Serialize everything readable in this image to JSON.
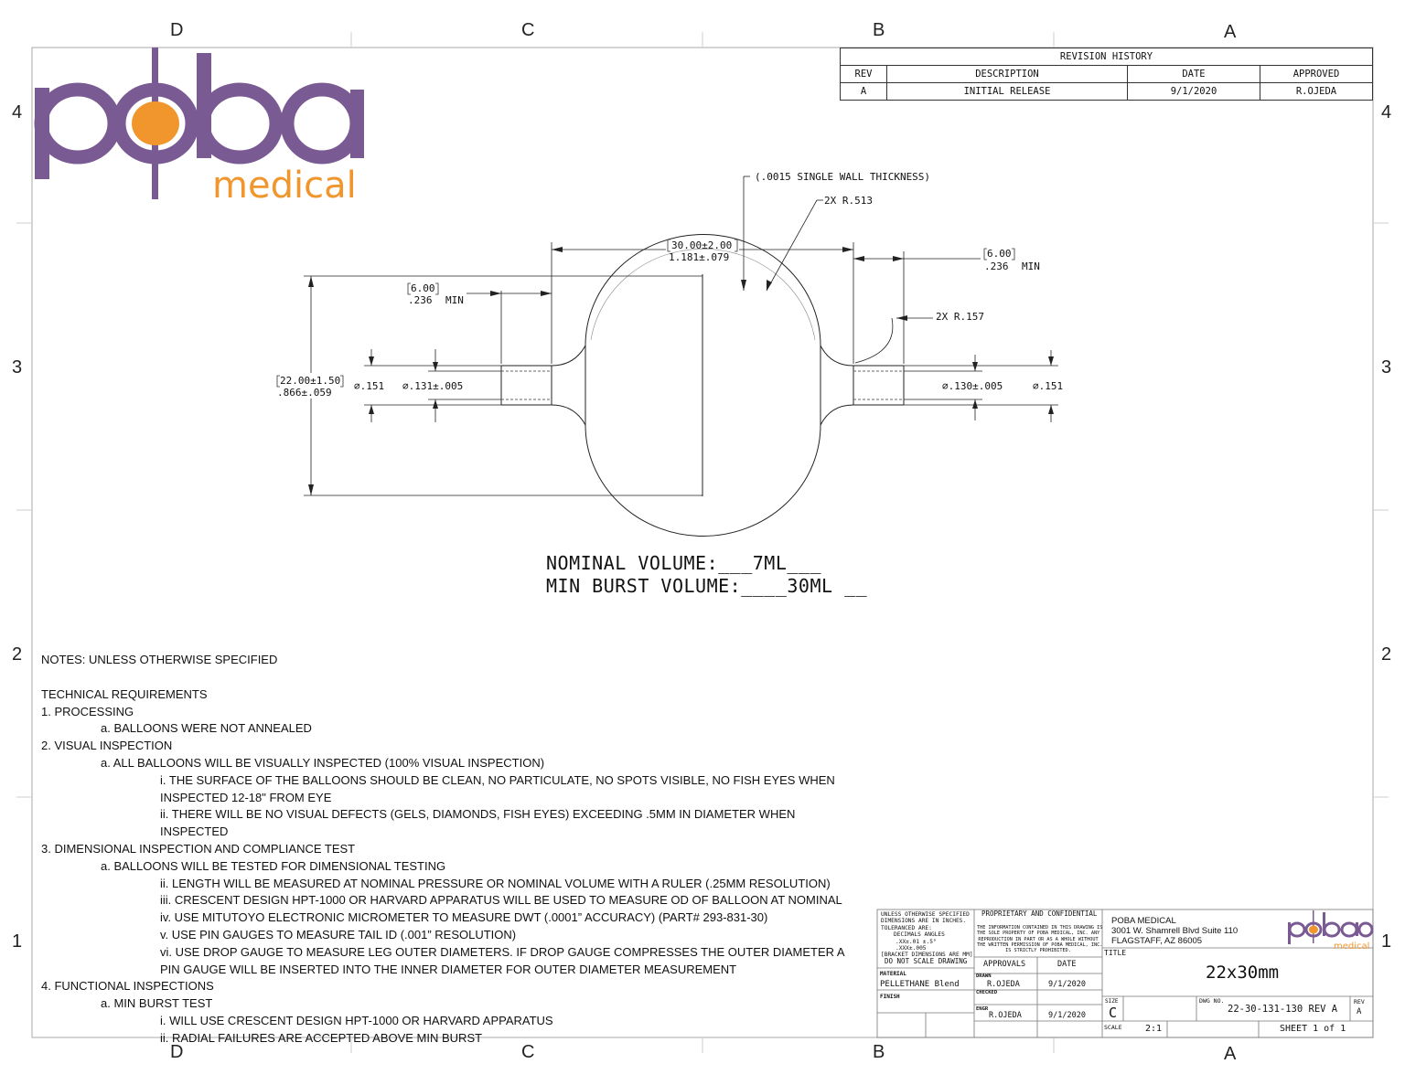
{
  "zones": {
    "columns": [
      "D",
      "C",
      "B",
      "A"
    ],
    "rows": [
      "4",
      "3",
      "2",
      "1"
    ]
  },
  "logo": {
    "main": "poba",
    "sub": "medical",
    "colors": {
      "purple": "#7a5a93",
      "orange": "#f0962d"
    }
  },
  "revision_history": {
    "title": "REVISION HISTORY",
    "headers": [
      "REV",
      "DESCRIPTION",
      "DATE",
      "APPROVED"
    ],
    "rows": [
      [
        "A",
        "INITIAL RELEASE",
        "9/1/2020",
        "R.OJEDA"
      ]
    ]
  },
  "dimensions": {
    "wall": "(.0015 SINGLE WALL THICKNESS)",
    "radius_large": "2X R.513",
    "radius_small": "2X R.157",
    "length_mm": "30.00±2.00",
    "length_in": "1.181±.079",
    "left_min_mm": "6.00",
    "left_min_in": ".236",
    "right_min_mm": "6.00",
    "right_min_in": ".236",
    "min_label": "MIN",
    "diameter_mm": "22.00±1.50",
    "diameter_in": ".866±.059",
    "left_od": "∅.151",
    "left_id": "∅.131±.005",
    "right_id": "∅.130±.005",
    "right_od": "∅.151"
  },
  "volumes": {
    "nominal": "NOMINAL VOLUME:___7ML___",
    "burst": "MIN BURST VOLUME:____30ML __"
  },
  "notes": {
    "heading": "NOTES: UNLESS OTHERWISE SPECIFIED",
    "tech": "TECHNICAL REQUIREMENTS",
    "s1": "1. PROCESSING",
    "s1a": "a. BALLOONS WERE NOT ANNEALED",
    "s2": "2. VISUAL INSPECTION",
    "s2a": "a. ALL BALLOONS WILL BE VISUALLY INSPECTED (100% VISUAL INSPECTION)",
    "s2a_i": "i. THE SURFACE OF THE BALLOONS SHOULD BE CLEAN, NO PARTICULATE, NO SPOTS VISIBLE, NO FISH EYES WHEN INSPECTED 12-18\" FROM EYE",
    "s2a_ii": "ii. THERE WILL BE NO VISUAL DEFECTS (GELS, DIAMONDS, FISH EYES) EXCEEDING .5MM IN DIAMETER WHEN INSPECTED",
    "s3": "3. DIMENSIONAL INSPECTION AND COMPLIANCE TEST",
    "s3a": "a. BALLOONS WILL BE TESTED FOR DIMENSIONAL TESTING",
    "s3a_ii": "ii. LENGTH WILL BE MEASURED AT NOMINAL PRESSURE OR NOMINAL VOLUME WITH A RULER (.25MM RESOLUTION)",
    "s3a_iii": "iii. CRESCENT DESIGN HPT-1000 OR HARVARD APPARATUS WILL BE USED TO MEASURE OD OF BALLOON AT NOMINAL",
    "s3a_iv": "iv. USE MITUTOYO ELECTRONIC MICROMETER TO MEASURE DWT (.0001” ACCURACY) (PART# 293-831-30)",
    "s3a_v": "v. USE PIN GAUGES TO MEASURE TAIL ID (.001” RESOLUTION)",
    "s3a_vi": "vi. USE DROP GAUGE TO MEASURE LEG OUTER DIAMETERS. IF DROP GAUGE COMPRESSES THE OUTER DIAMETER A PIN GAUGE WILL BE INSERTED INTO THE INNER DIAMETER FOR OUTER DIAMETER MEASUREMENT",
    "s4": "4. FUNCTIONAL INSPECTIONS",
    "s4a": "a. MIN BURST TEST",
    "s4a_i": "i. WILL USE CRESCENT DESIGN HPT-1000 OR HARVARD APPARATUS",
    "s4a_ii": "ii. RADIAL FAILURES ARE ACCEPTED ABOVE MIN BURST"
  },
  "title_block": {
    "tol1": "UNLESS OTHERWISE SPECIFIED",
    "tol2": "DIMENSIONS ARE IN INCHES.",
    "tol3": "TOLERANCED ARE:",
    "tol4": "DECIMALS   ANGLES",
    "tol5": ".XX±.01      ±.5°",
    "tol6": ".XXX±.005",
    "tol7": "[BRACKET DIMENSIONS ARE MM]",
    "noscale": "DO NOT SCALE DRAWING",
    "material_label": "MATERIAL",
    "material": "PELLETHANE Blend",
    "finish_label": "FINISH",
    "prop_title": "PROPRIETARY AND CONFIDENTIAL",
    "prop1": "THE INFORMATION CONTAINED IN THIS DRAWING IS",
    "prop2": "THE SOLE PROPERTY OF POBA MEDICAL, INC. ANY",
    "prop3": "REPRODUCTION IN PART OR AS A WHOLE WITHOUT",
    "prop4": "THE WRITTEN PERMISSION OF POBA MEDICAL, INC.",
    "prop5": "IS STRICTLY PROHIBITED.",
    "approvals": "APPROVALS",
    "date": "DATE",
    "drawn_label": "DRAWN",
    "drawn": "R.OJEDA",
    "drawn_date": "9/1/2020",
    "checked_label": "CHECKED",
    "engr_label": "ENGR",
    "engr": "R.OJEDA",
    "engr_date": "9/1/2020",
    "company": "POBA MEDICAL",
    "addr1": "3001 W. Shamrell Blvd Suite 110",
    "addr2": "FLAGSTAFF, AZ 86005",
    "title_label": "TITLE",
    "title": "22x30mm",
    "size_label": "SIZE",
    "size": "C",
    "dwg_label": "DWG NO.",
    "dwg": "22-30-131-130 REV A",
    "rev_label": "REV",
    "rev": "A",
    "scale_label": "SCALE",
    "scale": "2:1",
    "sheet": "SHEET 1 of 1",
    "logo_main": "poba",
    "logo_sub": "medical"
  }
}
